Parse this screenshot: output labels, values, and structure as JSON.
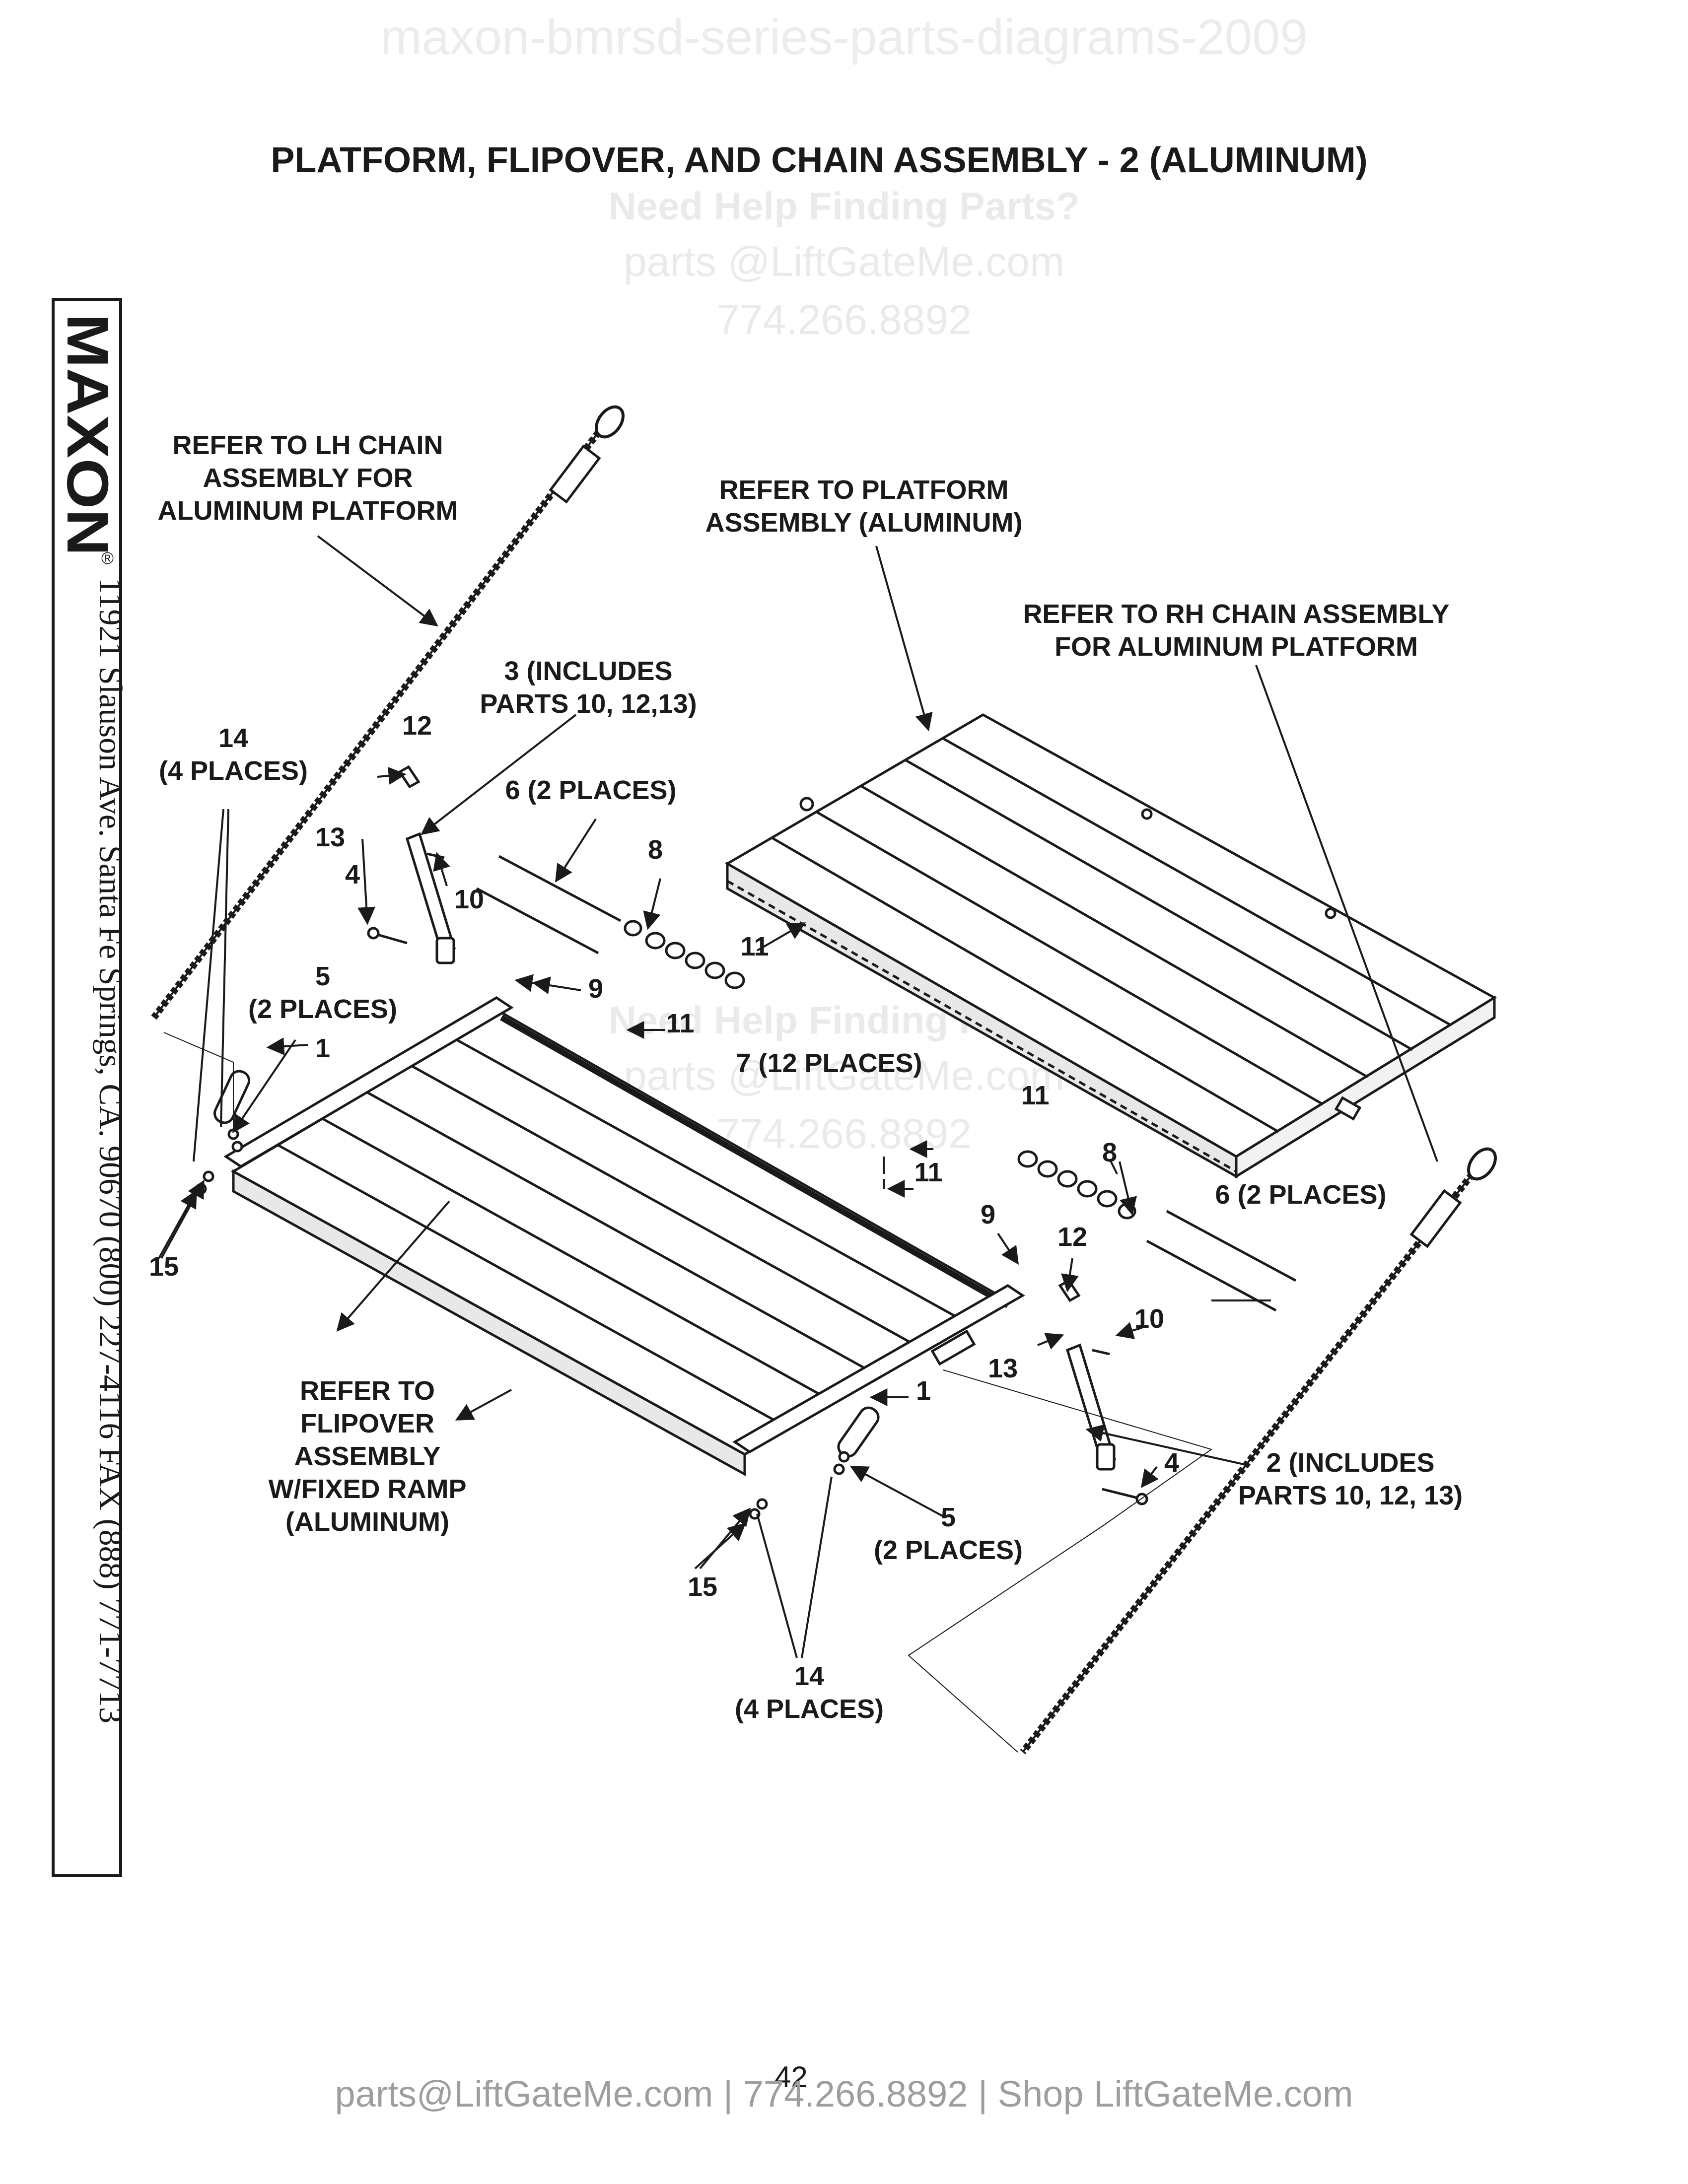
{
  "watermark": {
    "top": "maxon-bmrsd-series-parts-diagrams-2009",
    "help": "Need Help Finding Parts?",
    "email": "parts @LiftGateMe.com",
    "phone": "774.266.8892"
  },
  "title": "PLATFORM, FLIPOVER, AND CHAIN ASSEMBLY - 2 (ALUMINUM)",
  "sidebar": {
    "brand": "MAXON",
    "registered": "®",
    "address": "11921 Slauson Ave.  Santa Fe Springs, CA.  90670  (800) 227-4116  FAX (888) 771-7713"
  },
  "callouts": {
    "lh_chain": "REFER TO LH CHAIN\nASSEMBLY FOR\nALUMINUM PLATFORM",
    "platform": "REFER TO PLATFORM\nASSEMBLY (ALUMINUM)",
    "rh_chain": "REFER TO RH CHAIN ASSEMBLY\nFOR ALUMINUM PLATFORM",
    "flipover": "REFER TO\nFLIPOVER\nASSEMBLY\nW/FIXED RAMP\n(ALUMINUM)",
    "part3": "3 (INCLUDES\nPARTS 10, 12,13)",
    "part2": "2 (INCLUDES\nPARTS 10, 12, 13)",
    "part14_left": "14\n(4 PLACES)",
    "part14_right": "14\n(4 PLACES)",
    "part6_top": "6 (2 PLACES)",
    "part6_right": "6 (2 PLACES)",
    "part5_left": "5\n(2 PLACES)",
    "part5_right": "5\n(2 PLACES)",
    "part7": "7 (12 PLACES)",
    "n12": "12",
    "n13": "13",
    "n4": "4",
    "n10": "10",
    "n8": "8",
    "n11": "11",
    "n9": "9",
    "n1": "1",
    "n15": "15"
  },
  "page_number": "42",
  "footer": "parts@LiftGateMe.com | 774.266.8892 | Shop LiftGateMe.com"
}
